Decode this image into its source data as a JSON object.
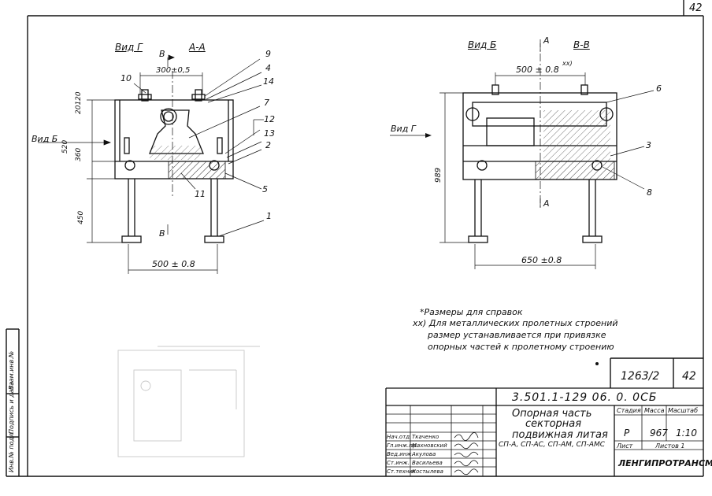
{
  "page_corner_number": "42",
  "left_view": {
    "view_name": "Вид Г",
    "section_label": "А-А",
    "cut_letter": "В",
    "dim_top": "300±0,5",
    "dim_bottom": "500 ± 0.8",
    "side_labels": {
      "v1": "20120",
      "v2": "360",
      "v3": "450",
      "v4": "520"
    },
    "view_arrow_label": "Вид Б",
    "callouts": [
      "9",
      "4",
      "14",
      "7",
      "12",
      "13",
      "2",
      "5",
      "1",
      "10",
      "11"
    ]
  },
  "right_view": {
    "view_name": "Вид Б",
    "section_label": "В-В",
    "cut_letter": "А",
    "dim_top": "500 ± 0.8",
    "dim_top_note": "xx)",
    "dim_bottom": "650 ±0.8",
    "side_label": "989",
    "view_arrow_label": "Вид Г",
    "callouts": [
      "6",
      "3",
      "8"
    ]
  },
  "notes": {
    "line1": "*Размеры для справок",
    "line2": "xx) Для металлических пролетных строений",
    "line3": "размер устанавливается при привязке",
    "line4": "опорных частей к пролетному строению"
  },
  "sidebar": {
    "label1": "Инв.№ подл.",
    "label2": "Подпись и дата",
    "label3": "Взам.инв.№"
  },
  "stamp_top": {
    "drawing_no": "1263/2",
    "sheet": "42"
  },
  "title_block": {
    "doc_code": "3.501.1-129 06. 0. 0СБ",
    "title_l1": "Опорная часть",
    "title_l2": "секторная",
    "title_l3": "подвижная литая",
    "title_l4": "СП-А, СП-АС, СП-АМ, СП-АМС",
    "col_stage": "Стадия",
    "col_mass": "Масса",
    "col_scale": "Масштаб",
    "val_stage": "Р",
    "val_mass": "967",
    "val_scale": "1:10",
    "sheet_label": "Лист",
    "sheets_label": "Листов 1",
    "org": "ЛЕНГИПРОТРАНСМОСТ",
    "roles": [
      {
        "role": "Нач.отд.",
        "name": "Ткаченко"
      },
      {
        "role": "Гл.инж.пр.",
        "name": "Махновский"
      },
      {
        "role": "Вед.инж.",
        "name": "Акулова"
      },
      {
        "role": "Ст.инж.",
        "name": "Васильева"
      },
      {
        "role": "Ст.техник",
        "name": "Костылева"
      }
    ]
  }
}
